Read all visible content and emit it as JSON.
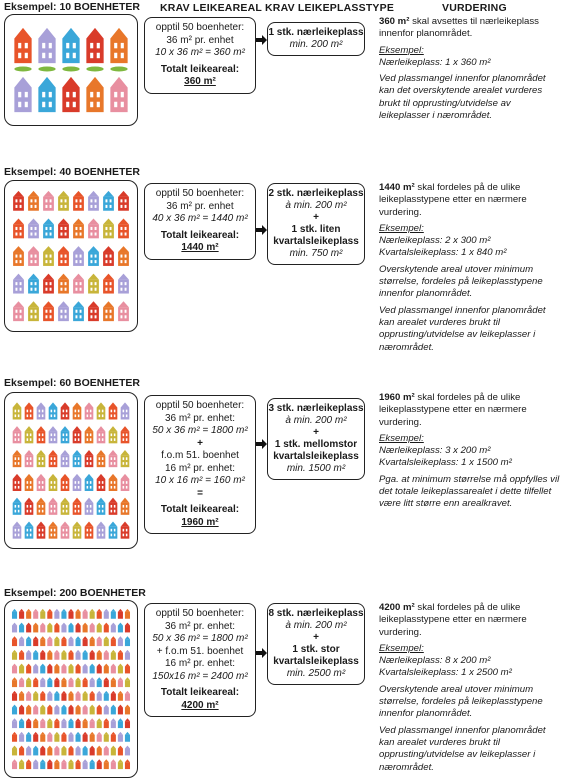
{
  "headers": {
    "krav_leikeareal": "KRAV LEIKEAREAL",
    "krav_leikeplasstype": "KRAV LEIKEPLASSTYPE",
    "vurdering": "VURDERING"
  },
  "examples": [
    {
      "title": "Eksempel: 10 BOENHETER",
      "houses": {
        "rows": 2,
        "cols": 5
      },
      "calc": [
        "opptil 50 boenheter:",
        "36 m² pr. enhet",
        "10 x 36 m² = 360 m²"
      ],
      "total_label": "Totalt leikeareal:",
      "total_value": "360 m²",
      "types": [
        {
          "bold": "1 stk. nærleikeplass",
          "italic": "min. 200 m²"
        }
      ],
      "vurdering": {
        "lead_bold": "360 m²",
        "lead": " skal avsettes til nærleikeplass innenfor planområdet.",
        "eksempel_label": "Eksempel:",
        "eksempel_lines": [
          "Nærleikeplass: 1 x 360 m²"
        ],
        "notes": [
          "Ved plassmangel innenfor planområdet kan det overskytende arealet vurderes brukt til opprusting/utvidelse av leikeplasser i nærområdet."
        ]
      }
    },
    {
      "title": "Eksempel: 40 BOENHETER",
      "houses": {
        "rows": 5,
        "cols": 8
      },
      "calc": [
        "opptil 50 boenheter:",
        "36 m² pr. enhet",
        "40 x 36 m² = 1440 m²"
      ],
      "total_label": "Totalt leikeareal:",
      "total_value": "1440 m²",
      "types": [
        {
          "bold": "2 stk. nærleikeplass",
          "italic": "à min. 200 m²"
        },
        {
          "plus": "+"
        },
        {
          "bold": "1 stk. liten kvartalsleikeplass",
          "italic": "min. 750 m²"
        }
      ],
      "vurdering": {
        "lead_bold": "1440 m²",
        "lead": " skal fordeles på de ulike leikeplasstypene etter en nærmere vurdering.",
        "eksempel_label": "Eksempel:",
        "eksempel_lines": [
          "Nærleikeplass: 2 x 300 m²",
          "Kvartalsleikeplass: 1 x 840 m²"
        ],
        "notes": [
          "Overskytende areal utover minimum størrelse, fordeles på leikeplasstypene innenfor planområdet.",
          "Ved plassmangel innenfor planområdet kan arealet vurderes brukt til opprusting/utvidelse av leikeplasser i nærområdet."
        ]
      }
    },
    {
      "title": "Eksempel: 60 BOENHETER",
      "houses": {
        "rows": 6,
        "cols": 10
      },
      "calc": [
        "opptil 50 boenheter:",
        "36 m² pr. enhet:",
        "50 x 36 m² = 1800 m²",
        "+",
        "f.o.m 51. boenhet",
        "16 m² pr. enhet:",
        "10 x 16 m² = 160 m²",
        "="
      ],
      "total_label": "Totalt leikeareal:",
      "total_value": "1960 m²",
      "types": [
        {
          "bold": "3 stk. nærleikeplass",
          "italic": "à min. 200 m²"
        },
        {
          "plus": "+"
        },
        {
          "bold": "1 stk. mellomstor kvartalsleikeplass",
          "italic": "min. 1500 m²"
        }
      ],
      "vurdering": {
        "lead_bold": "1960 m²",
        "lead": " skal fordeles på de ulike leikeplasstypene etter en nærmere vurdering.",
        "eksempel_label": "Eksempel:",
        "eksempel_lines": [
          "Nærleikeplass: 3 x 200 m²",
          "Kvartalsleikeplass: 1 x 1500 m²"
        ],
        "notes": [
          "Pga. at minimum størrelse må oppfylles vil det totale leikeplassarealet i dette tilfellet være litt større enn arealkravet."
        ]
      }
    },
    {
      "title": "Eksempel: 200 BOENHETER",
      "houses": {
        "rows": 12,
        "cols": 17
      },
      "calc": [
        "opptil 50 boenheter:",
        "36 m² pr. enhet:",
        "50 x 36 m² = 1800 m²",
        "+ f.o.m 51. boenhet",
        "16 m² pr. enhet:",
        "150x16 m² = 2400 m²"
      ],
      "total_label": "Totalt leikeareal:",
      "total_value": "4200 m²",
      "types": [
        {
          "bold": "8 stk. nærleikeplass",
          "italic": "à min. 200 m²"
        },
        {
          "plus": "+"
        },
        {
          "bold": "1 stk. stor kvartalsleikeplass",
          "italic": "min. 2500 m²"
        }
      ],
      "vurdering": {
        "lead_bold": "4200 m²",
        "lead": " skal fordeles på de ulike leikeplasstypene etter en nærmere vurdering.",
        "eksempel_label": "Eksempel:",
        "eksempel_lines": [
          "Nærleikeplass: 8 x 200 m²",
          "Kvartalsleikeplass: 1 x 2500 m²"
        ],
        "notes": [
          "Overskytende areal utover minimum størrelse, fordeles på leikeplasstypene innenfor planområdet.",
          "Ved plassmangel innenfor planområdet kan arealet vurderes brukt til opprusting/utvidelse av leikeplasser i nærområdet."
        ]
      }
    }
  ],
  "house_colors": [
    "#e8542a",
    "#d93b2a",
    "#c8b53a",
    "#3aa7d9",
    "#e88fa0",
    "#a8a0d8",
    "#e8772a"
  ],
  "green": "#7fb83f"
}
